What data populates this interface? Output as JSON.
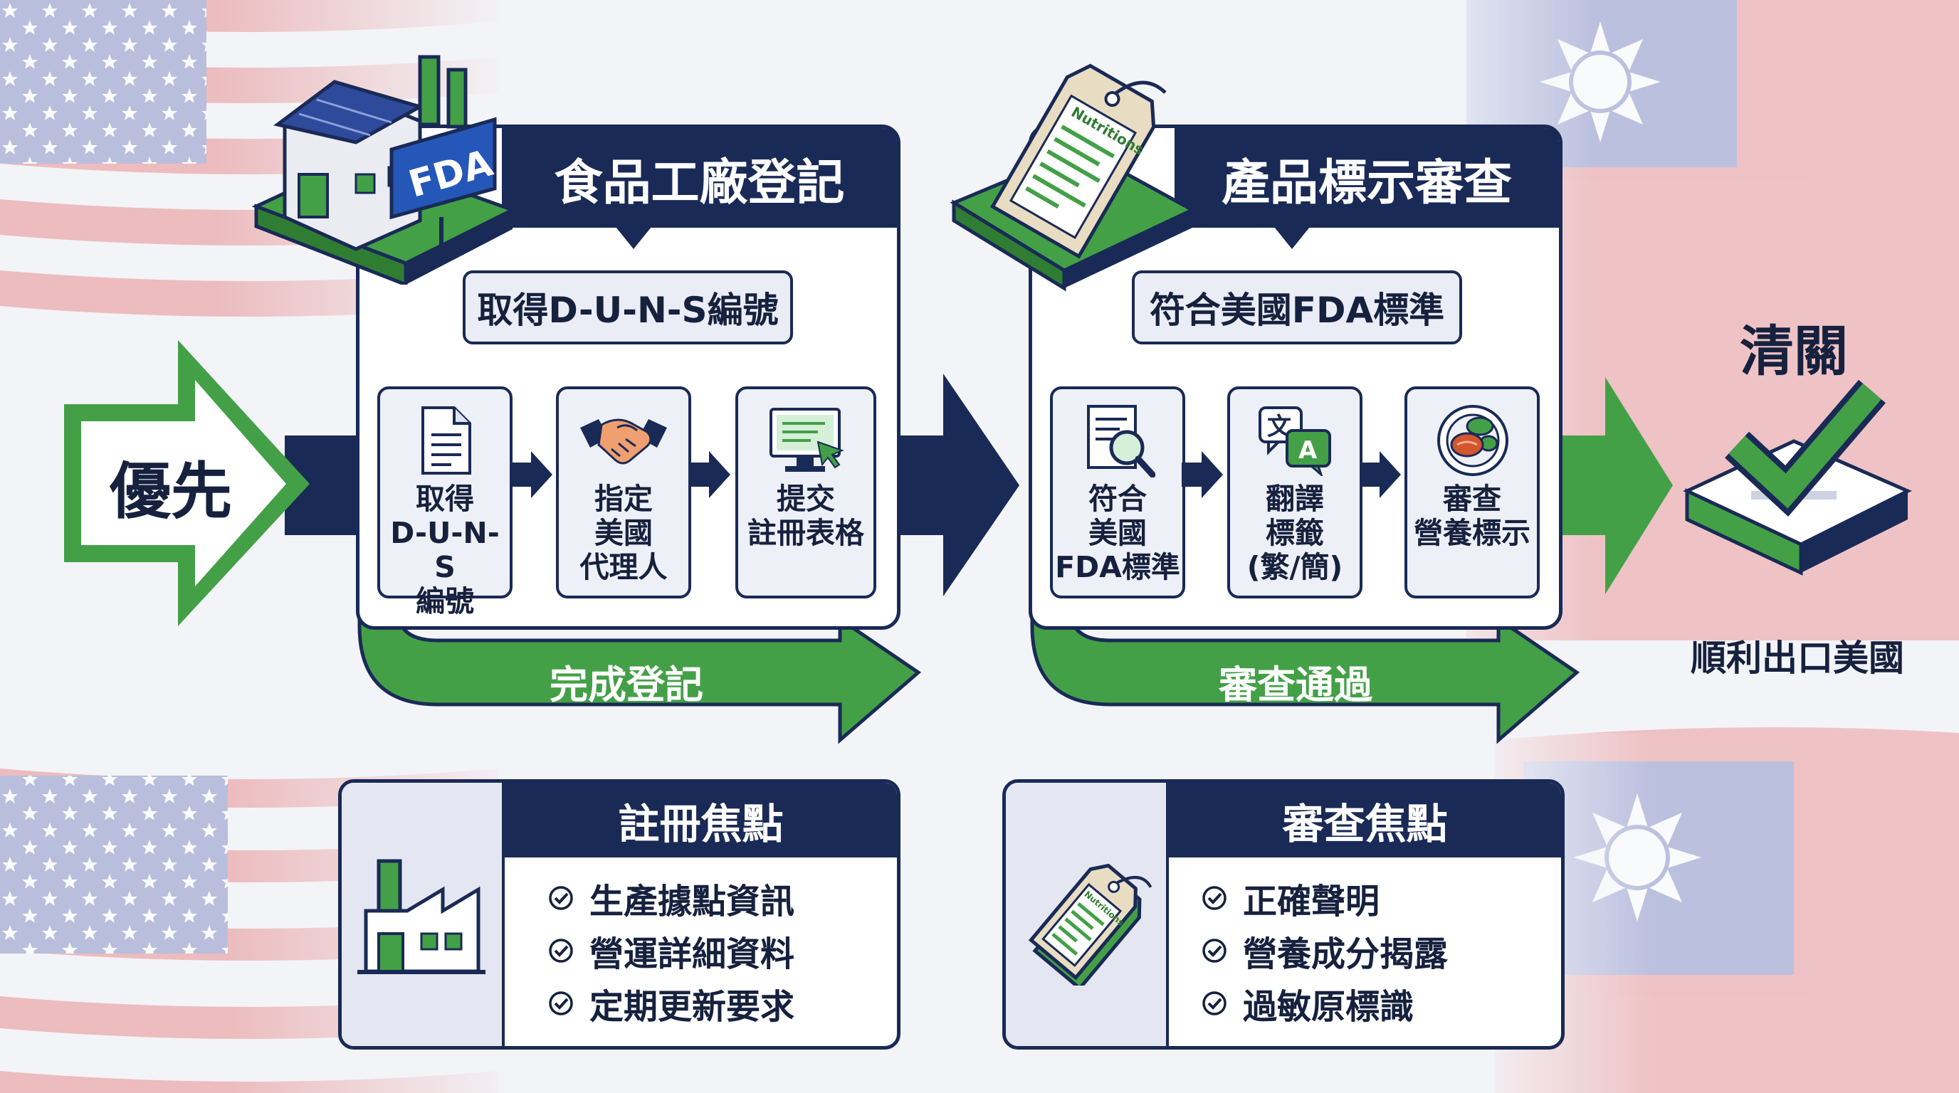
{
  "start": {
    "label": "優先"
  },
  "steps": [
    {
      "title": "食品工廠登記",
      "sign_text": "FDA",
      "subtitle": "取得D-U-N-S編號",
      "cards": [
        {
          "label": "取得\nD-U-N-S\n編號",
          "icon": "document-icon"
        },
        {
          "label": "指定\n美國\n代理人",
          "icon": "handshake-icon"
        },
        {
          "label": "提交\n註冊表格",
          "icon": "computer-form-icon"
        }
      ],
      "banner": "完成登記"
    },
    {
      "title": "產品標示審查",
      "tag_text": "Nutritions",
      "subtitle": "符合美國FDA標準",
      "cards": [
        {
          "label": "符合\n美國\nFDA標準",
          "icon": "magnifier-document-icon"
        },
        {
          "label": "翻譯\n標籤\n(繁/簡)",
          "icon": "translate-icon"
        },
        {
          "label": "審查\n營養標示",
          "icon": "food-plate-icon"
        }
      ],
      "banner": "審查通過"
    }
  ],
  "end": {
    "title": "清關",
    "caption": "順利出口美國"
  },
  "focus": [
    {
      "title": "註冊焦點",
      "items": [
        "生產據點資訊",
        "營運詳細資料",
        "定期更新要求"
      ],
      "icon": "factory-icon"
    },
    {
      "title": "審查焦點",
      "items": [
        "正確聲明",
        "營養成分揭露",
        "過敏原標識"
      ],
      "icon": "nutrition-tag-icon",
      "tag_text": "Nutritions"
    }
  ],
  "colors": {
    "navy": "#1a2a56",
    "green": "#43a047",
    "card_bg": "#eef0f7",
    "background": "#f3f4f8"
  }
}
